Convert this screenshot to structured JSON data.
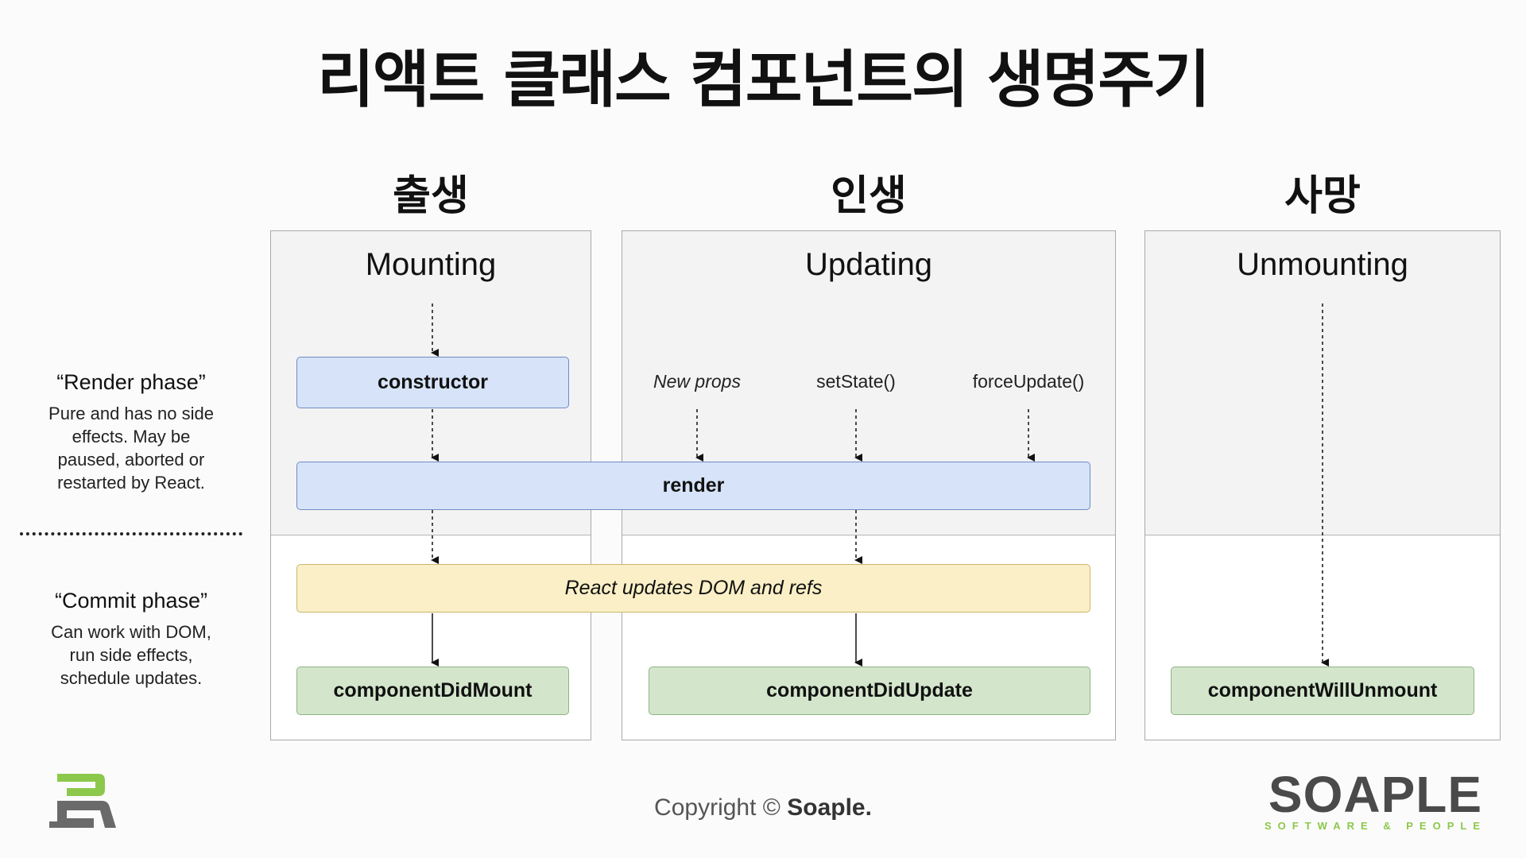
{
  "title": "리액트 클래스 컴포넌트의 생명주기",
  "stages": {
    "birth": "출생",
    "life": "인생",
    "death": "사망"
  },
  "panels": {
    "mounting": "Mounting",
    "updating": "Updating",
    "unmounting": "Unmounting"
  },
  "triggers": {
    "new_props": "New props",
    "set_state": "setState()",
    "force_update": "forceUpdate()"
  },
  "nodes": {
    "constructor": "constructor",
    "render": "render",
    "react_updates": "React updates DOM and refs",
    "did_mount": "componentDidMount",
    "did_update": "componentDidUpdate",
    "will_unmount": "componentWillUnmount"
  },
  "phases": {
    "render_title": "“Render phase”",
    "render_desc": [
      "Pure and has no side",
      "effects. May be",
      "paused, aborted or",
      "restarted by React."
    ],
    "commit_title": "“Commit phase”",
    "commit_desc": [
      "Can work with DOM,",
      "run side effects,",
      "schedule updates."
    ]
  },
  "footer": {
    "copyright_prefix": "Copyright ©",
    "copyright_brand": "Soaple.",
    "brand_word": "SOAPLE",
    "brand_tag": "SOFTWARE & PEOPLE"
  },
  "colors": {
    "render_phase_box": "#d6e3f9",
    "commit_update_box": "#faefc6",
    "lifecycle_method_box": "#d3e6cc",
    "logo_green": "#8cc84b"
  },
  "icons": [
    "soaple-logo-icon"
  ]
}
